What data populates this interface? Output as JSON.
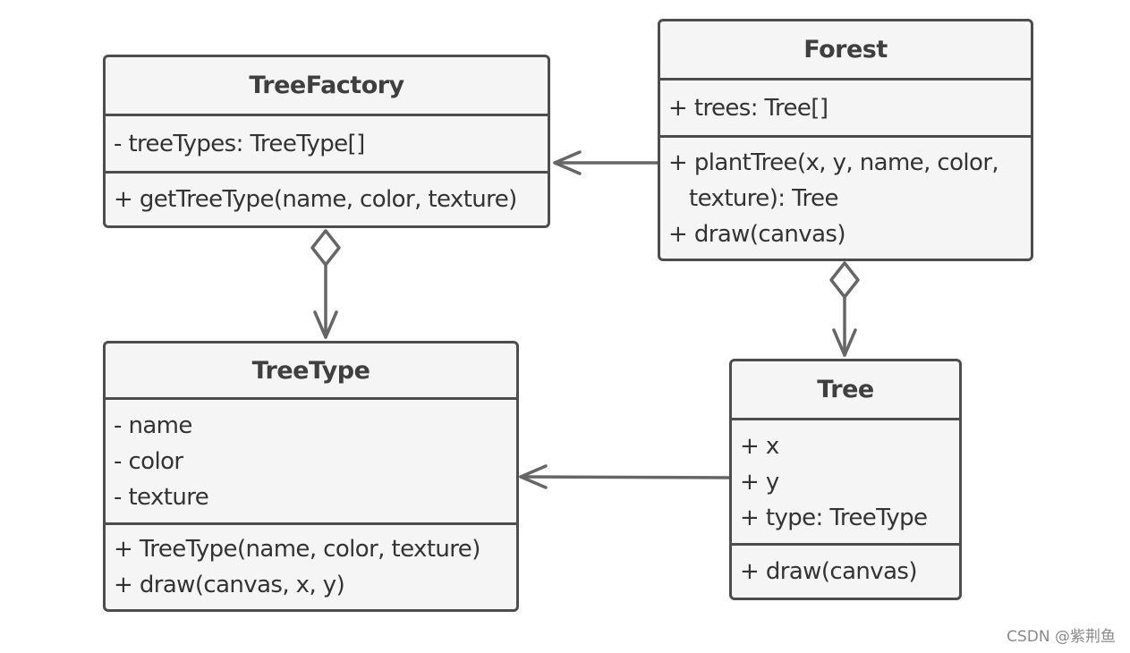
{
  "diagram": {
    "classes": {
      "tree_factory": {
        "name": "TreeFactory",
        "fields": [
          "- treeTypes: TreeType[]"
        ],
        "methods": [
          "+ getTreeType(name, color, texture)"
        ]
      },
      "forest": {
        "name": "Forest",
        "fields": [
          "+ trees: Tree[]"
        ],
        "methods": [
          "+ plantTree(x, y, name, color,",
          "texture): Tree",
          "+ draw(canvas)"
        ]
      },
      "tree_type": {
        "name": "TreeType",
        "fields": [
          "- name",
          "- color",
          "- texture"
        ],
        "methods": [
          "+ TreeType(name, color, texture)",
          "+ draw(canvas, x, y)"
        ]
      },
      "tree": {
        "name": "Tree",
        "fields": [
          "+ x",
          "+ y",
          "+ type: TreeType"
        ],
        "methods": [
          "+ draw(canvas)"
        ]
      }
    },
    "relationships": [
      {
        "from": "Forest",
        "to": "TreeFactory",
        "kind": "association"
      },
      {
        "from": "TreeFactory",
        "to": "TreeType",
        "kind": "aggregation"
      },
      {
        "from": "Forest",
        "to": "Tree",
        "kind": "aggregation"
      },
      {
        "from": "Tree",
        "to": "TreeType",
        "kind": "association"
      }
    ],
    "colors": {
      "stroke": "#4d4d4d",
      "box_fill": "#f5f5f5",
      "text": "#333333",
      "connector": "#666666"
    }
  },
  "watermark": "CSDN @紫荆鱼"
}
